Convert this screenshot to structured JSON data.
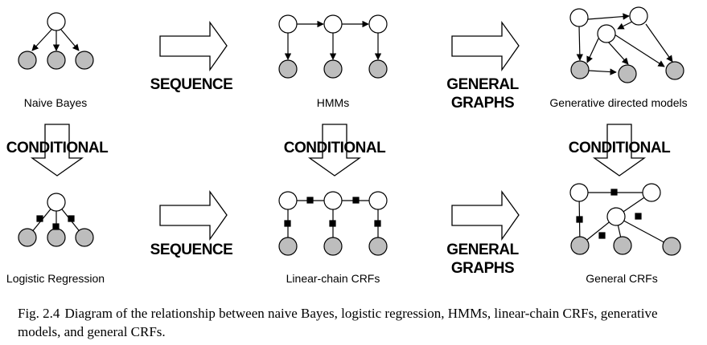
{
  "models": {
    "naive_bayes": "Naive Bayes",
    "hmms": "HMMs",
    "generative_directed": "Generative directed models",
    "logistic_regression": "Logistic Regression",
    "linear_chain_crfs": "Linear-chain CRFs",
    "general_crfs": "General CRFs"
  },
  "arrows": {
    "sequence": "SEQUENCE",
    "general_line1": "GENERAL",
    "general_line2": "GRAPHS",
    "conditional": "CONDITIONAL"
  },
  "caption": {
    "number": "Fig. 2.4",
    "text": "Diagram of the relationship between naive Bayes, logistic regression, HMMs, linear-chain CRFs, generative models, and general CRFs."
  },
  "colors": {
    "observed_node": "#bdbdbd",
    "hidden_node": "#ffffff",
    "ink": "#000000"
  }
}
